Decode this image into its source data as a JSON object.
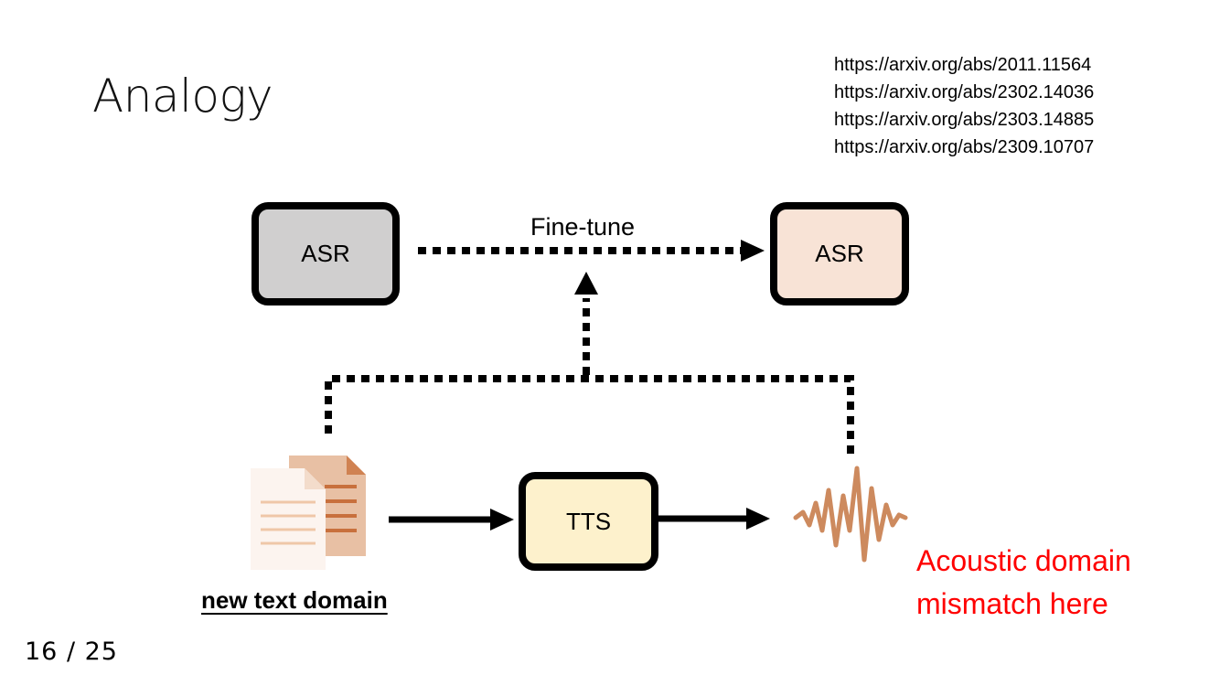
{
  "slide": {
    "title": "Analogy",
    "page_number": "16 / 25"
  },
  "references": [
    "https://arxiv.org/abs/2011.11564",
    "https://arxiv.org/abs/2302.14036",
    "https://arxiv.org/abs/2303.14885",
    "https://arxiv.org/abs/2309.10707"
  ],
  "diagram": {
    "asr_source_label": "ASR",
    "asr_target_label": "ASR",
    "finetune_label": "Fine-tune",
    "tts_label": "TTS",
    "text_domain_label": "new text domain",
    "mismatch_note": "Acoustic domain mismatch here"
  },
  "colors": {
    "asr_source_fill": "#d0cfcf",
    "asr_target_fill": "#f8e3d6",
    "tts_fill": "#fdf1cc",
    "waveform": "#cd8a5e",
    "document_icon": "#e8b998",
    "note_text": "#ff0000"
  },
  "icons": [
    "document-icon",
    "waveform-icon"
  ]
}
